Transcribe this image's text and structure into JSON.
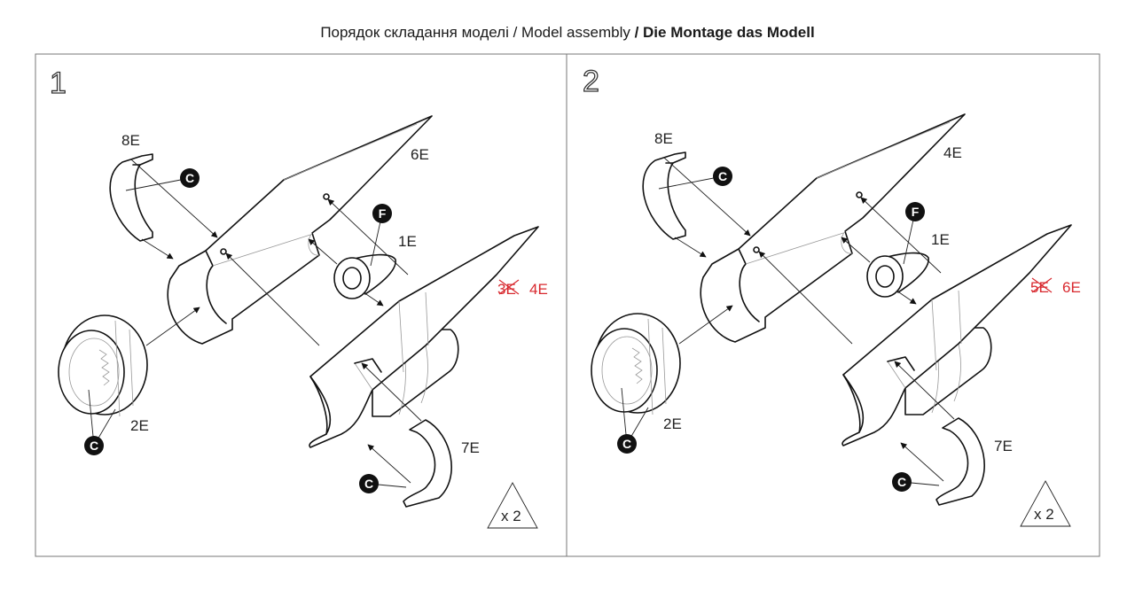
{
  "title": {
    "regular": "Порядок складання моделі / Model assembly",
    "bold": " / Die Montage das Modell"
  },
  "steps": [
    {
      "number": "1",
      "labels": {
        "bracket_top": "8E",
        "upper_half": "6E",
        "cone": "1E",
        "lower_half_old": "3E",
        "lower_half": "4E",
        "ring": "2E",
        "bracket_bottom": "7E"
      },
      "callouts": {
        "c1": "C",
        "f": "F",
        "c2": "C",
        "c3": "C"
      },
      "quantity": "x 2"
    },
    {
      "number": "2",
      "labels": {
        "bracket_top": "8E",
        "upper_half": "4E",
        "cone": "1E",
        "lower_half_old": "5E",
        "lower_half": "6E",
        "ring": "2E",
        "bracket_bottom": "7E"
      },
      "callouts": {
        "c1": "C",
        "f": "F",
        "c2": "C",
        "c3": "C"
      },
      "quantity": "x 2"
    }
  ],
  "colors": {
    "correction": "#d8282e",
    "line": "#111111"
  }
}
